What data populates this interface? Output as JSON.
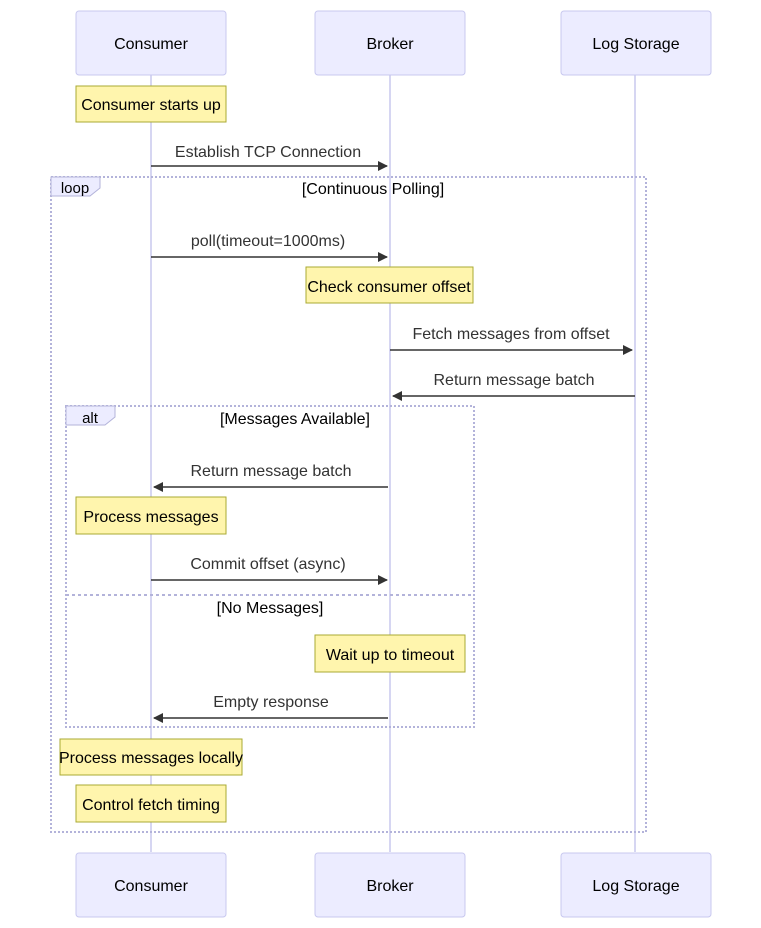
{
  "participants": {
    "consumer": "Consumer",
    "broker": "Broker",
    "log_storage": "Log Storage"
  },
  "notes": {
    "consumer_starts": "Consumer starts up",
    "check_offset": "Check consumer offset",
    "process_messages": "Process messages",
    "wait_timeout": "Wait up to timeout",
    "process_locally": "Process messages locally",
    "control_timing": "Control fetch timing"
  },
  "messages": {
    "establish_tcp": "Establish TCP Connection",
    "poll": "poll(timeout=1000ms)",
    "fetch_from_offset": "Fetch messages from offset",
    "return_batch_storage": "Return message batch",
    "return_batch_broker": "Return message batch",
    "commit_offset": "Commit offset (async)",
    "empty_response": "Empty response"
  },
  "frames": {
    "loop": {
      "keyword": "loop",
      "condition": "[Continuous Polling]"
    },
    "alt": {
      "keyword": "alt",
      "condition": "[Messages Available]",
      "else_condition": "[No Messages]"
    }
  },
  "colors": {
    "actor_fill": "#ececff",
    "actor_stroke": "#c8c8ef",
    "note_fill": "#fff5ad",
    "note_stroke": "#aaaa33",
    "arrow": "#333333",
    "frame_stroke": "#b3b3da"
  }
}
